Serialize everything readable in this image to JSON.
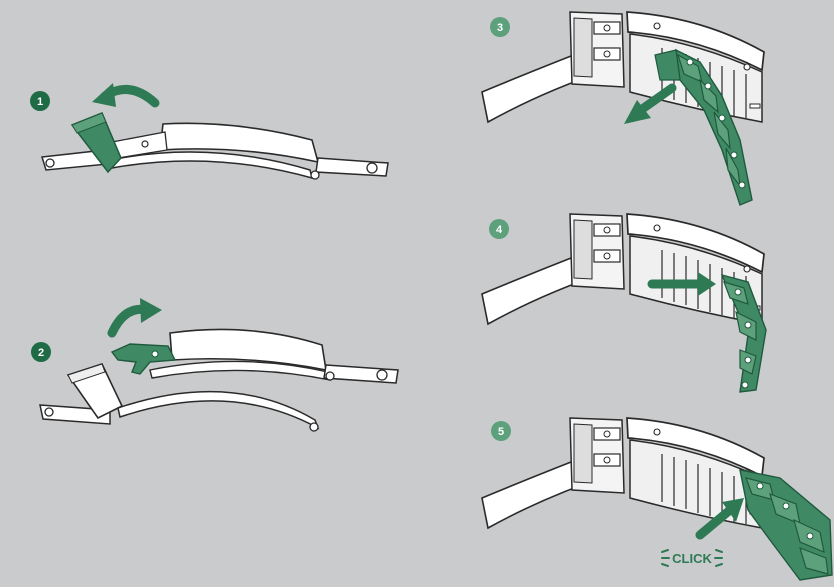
{
  "colors": {
    "background": "#cacbcc",
    "accent_green": "#2e7a55",
    "accent_green_light": "#5da07c",
    "accent_green_dark": "#1f5a3e",
    "badge_green": "#1e6b45",
    "metal_fill": "#ffffff",
    "metal_stroke": "#2a2a2a"
  },
  "steps": [
    {
      "number": "1",
      "action": "lift-clasp-cover",
      "arrow": "curved-left"
    },
    {
      "number": "2",
      "action": "open-fold-lever",
      "arrow": "curved-right"
    },
    {
      "number": "3",
      "action": "pull-bracelet-out",
      "arrow": "diagonal-down-left"
    },
    {
      "number": "4",
      "action": "slide-extension-in",
      "arrow": "right"
    },
    {
      "number": "5",
      "action": "push-until-click",
      "arrow": "diagonal-up-right"
    }
  ],
  "click_label": "CLICK"
}
